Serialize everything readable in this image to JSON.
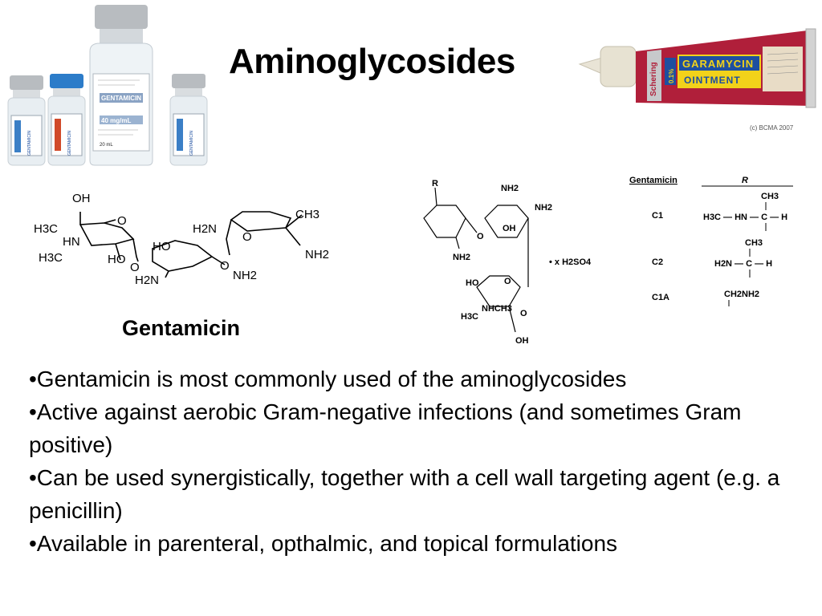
{
  "slide": {
    "title": "Aminoglycosides",
    "caption": "Gentamicin",
    "bullets": [
      "•Gentamicin is most commonly used of the aminoglycosides",
      "•Active against aerobic Gram-negative infections (and sometimes Gram positive)",
      "•Can be used synergistically, together with a cell wall targeting agent (e.g. a penicillin)",
      "•Available in parenteral, opthalmic, and topical formulations"
    ]
  },
  "vials": {
    "big_label": [
      "GENTAMICIN",
      "40 mg/mL",
      "20 mL"
    ],
    "small_label": "GENTAMICIN"
  },
  "tube": {
    "brand": "Schering",
    "name": "GARAMYCIN",
    "sub": "OINTMENT",
    "badge": "0.1%",
    "copyright": "(c) BCMA 2007"
  },
  "structure1": {
    "labels": [
      "OH",
      "H3C",
      "HN",
      "H3C",
      "O",
      "HO",
      "O",
      "HO",
      "H2N",
      "O",
      "NH2",
      "H2N",
      "O",
      "CH3",
      "NH2"
    ]
  },
  "structure2": {
    "labels": [
      "R",
      "NH2",
      "NH2",
      "OH",
      "O",
      "NH2",
      "HO",
      "O",
      "NHCH3",
      "H3C",
      "O",
      "OH",
      "• x H2SO4"
    ],
    "table_header": [
      "Gentamicin",
      "R"
    ],
    "rows": [
      {
        "name": "C1",
        "r": [
          "CH3",
          "H3C — HN — C — H"
        ]
      },
      {
        "name": "C2",
        "r": [
          "CH3",
          "H2N — C — H"
        ]
      },
      {
        "name": "C1A",
        "r": [
          "CH2NH2"
        ]
      }
    ]
  },
  "colors": {
    "tube_red": "#b01f3a",
    "tube_blue": "#1e4fa0",
    "tube_yellow": "#f2d21a",
    "vial_blue": "#2c7cc9",
    "cap_grey": "#b8bcc0"
  }
}
